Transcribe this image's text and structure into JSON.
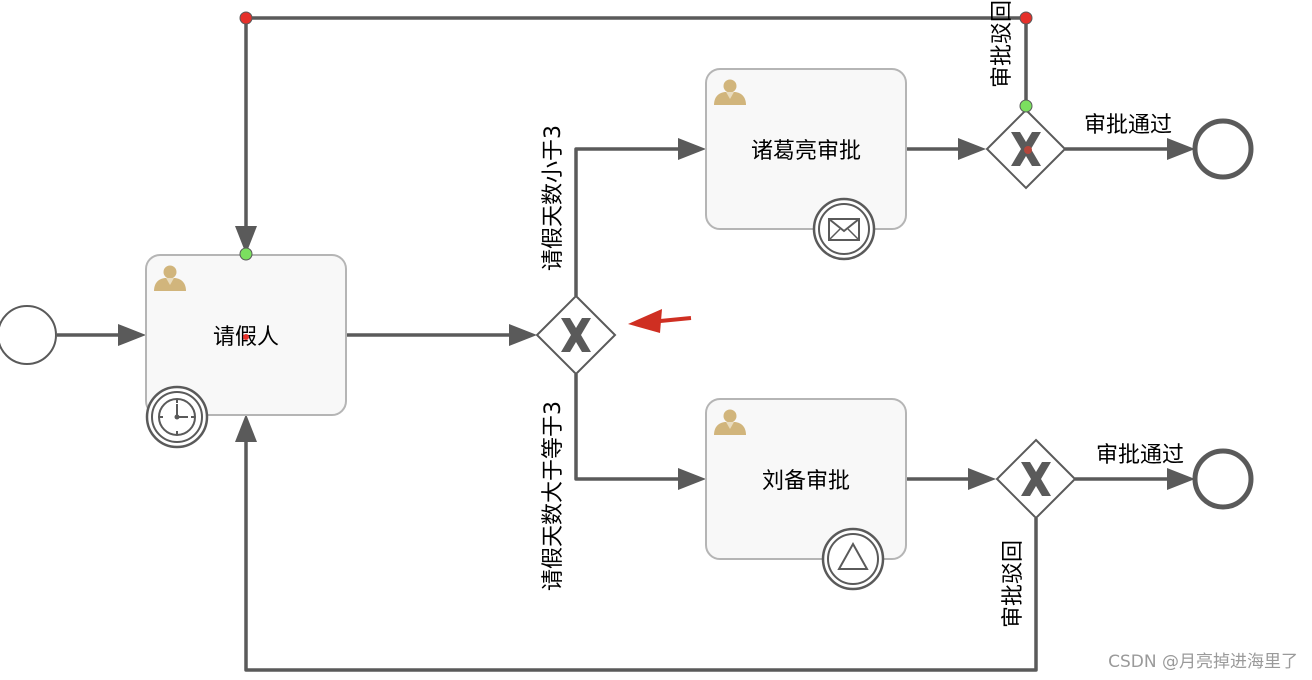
{
  "tasks": {
    "applicant": "请假人",
    "zhuge": "诸葛亮审批",
    "liubei": "刘备审批"
  },
  "flows": {
    "less_than_3": "请假天数小于3",
    "gte_3": "请假天数大于等于3",
    "approved_top": "审批通过",
    "approved_bottom": "审批通过",
    "rejected_top": "审批驳回",
    "rejected_bottom": "审批驳回"
  },
  "icons": {
    "user": "user-icon",
    "timer": "timer-event-icon",
    "message": "message-event-icon",
    "signal": "signal-event-icon",
    "gateway": "exclusive-gateway-x-icon",
    "arrow": "red-pointer-arrow-icon"
  },
  "colors": {
    "line": "#5a5a5a",
    "task_fill": "#f8f8f8",
    "task_border": "#b5b5b5",
    "user_icon": "#d1b57c",
    "red_dot": "#e5302a",
    "green_dot": "#7be05f",
    "red_arrow": "#cf2f22"
  },
  "watermark": "CSDN @月亮掉进海里了"
}
